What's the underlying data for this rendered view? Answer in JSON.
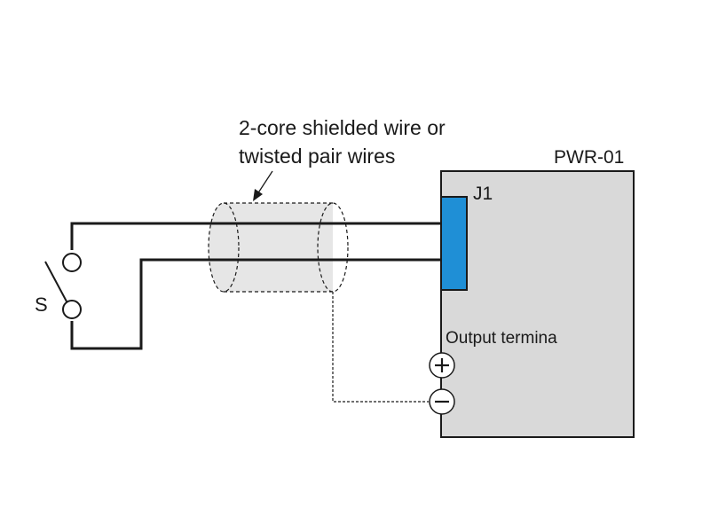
{
  "cable_label": {
    "line1": "2-core shielded wire or",
    "line2": "twisted pair wires"
  },
  "device": {
    "name": "PWR-01",
    "connector": "J1",
    "output_label": "Output termina",
    "plus_symbol": "+",
    "minus_symbol": "−"
  },
  "switch": {
    "label": "S"
  },
  "colors": {
    "device_fill": "#d9d9d9",
    "connector_fill": "#1f8fd6",
    "shield_fill": "#e6e6e6",
    "wire": "#1a1a1a"
  }
}
